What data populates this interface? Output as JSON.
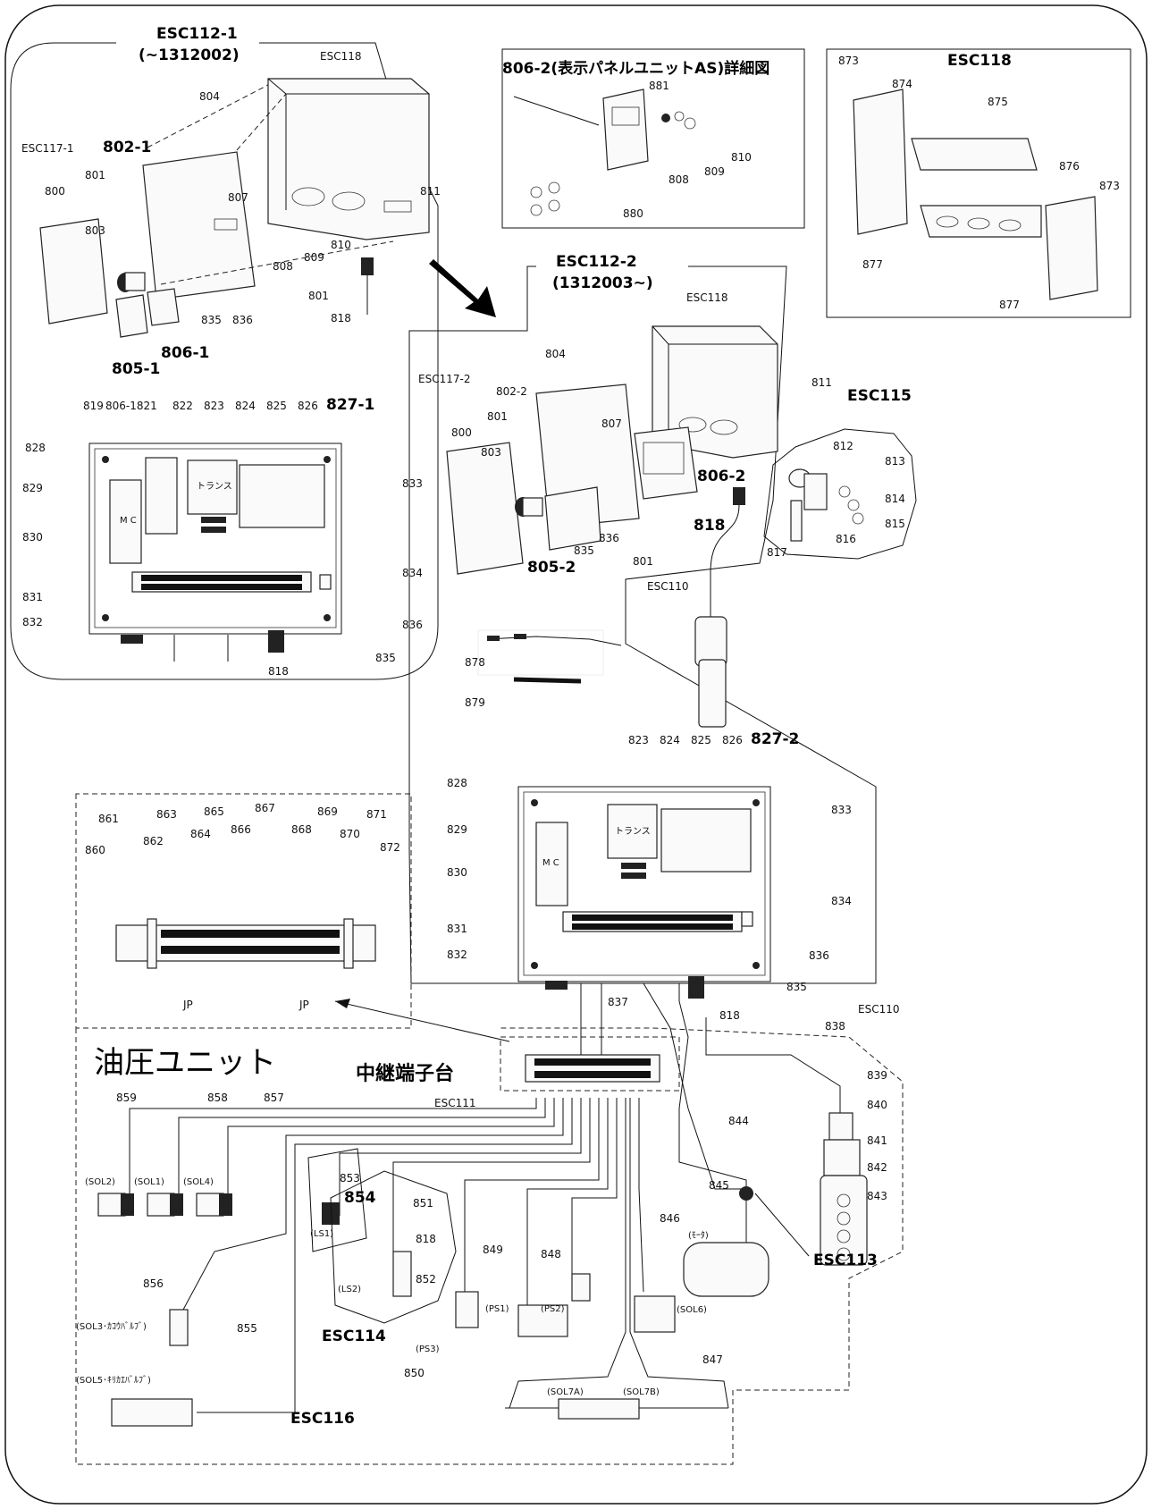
{
  "sections": {
    "esc112_1": {
      "title": "ESC112-1",
      "range": "(~1312002)"
    },
    "esc112_2": {
      "title": "ESC112-2",
      "range": "(1312003~)"
    },
    "detail806": {
      "title": "806-2(表示パネルユニットAS)詳細図"
    },
    "esc118_box": {
      "title": "ESC118"
    },
    "hydraulic": {
      "title": "油圧ユニット"
    },
    "relay": {
      "title": "中継端子台",
      "code": "ESC111"
    }
  },
  "callouts": {
    "esc118_a": "ESC118",
    "esc117_1": "ESC117-1",
    "p802_1": "802-1",
    "p804_a": "804",
    "p801_a": "801",
    "p800_a": "800",
    "p803_a": "803",
    "p807_a": "807",
    "p811_a": "811",
    "p810_a": "810",
    "p809_a": "809",
    "p808_a": "808",
    "p801_b": "801",
    "p818_a": "818",
    "p835_a": "835",
    "p836_a": "836",
    "p806_1": "806-1",
    "p805_1": "805-1",
    "p819": "819",
    "p806_1821": "806-1821",
    "p822": "822",
    "p823_a": "823",
    "p824_a": "824",
    "p825_a": "825",
    "p826_a": "826",
    "p827_1": "827-1",
    "p828_a": "828",
    "p829_a": "829",
    "p833_a": "833",
    "p830_a": "830",
    "p834_a": "834",
    "p831_a": "831",
    "p832_a": "832",
    "p836_b": "836",
    "p835_b": "835",
    "p818_b": "818",
    "p881": "881",
    "p810_b": "810",
    "p809_b": "809",
    "p808_b": "808",
    "p880": "880",
    "p873_a": "873",
    "p874": "874",
    "p875": "875",
    "p876": "876",
    "p873_b": "873",
    "p877_a": "877",
    "p877_b": "877",
    "p804_b": "804",
    "esc118_b": "ESC118",
    "esc117_2": "ESC117-2",
    "p802_2": "802-2",
    "p811_b": "811",
    "esc115": "ESC115",
    "p801_c": "801",
    "p800_b": "800",
    "p807_b": "807",
    "p803_b": "803",
    "p806_2": "806-2",
    "p812": "812",
    "p813": "813",
    "p814": "814",
    "p815": "815",
    "p816": "816",
    "p817": "817",
    "p818_c": "818",
    "p836_c": "836",
    "p835_c": "835",
    "p801_d": "801",
    "p805_2": "805-2",
    "esc110_a": "ESC110",
    "p878": "878",
    "p879": "879",
    "p823_b": "823",
    "p824_b": "824",
    "p825_b": "825",
    "p826_b": "826",
    "p827_2": "827-2",
    "p828_b": "828",
    "p833_b": "833",
    "p829_b": "829",
    "p830_b": "830",
    "p834_b": "834",
    "p831_b": "831",
    "p832_b": "832",
    "p836_d": "836",
    "p835_d": "835",
    "p818_d": "818",
    "p837": "837",
    "esc110_b": "ESC110",
    "p838": "838",
    "p839": "839",
    "p840": "840",
    "p841": "841",
    "p842": "842",
    "p843": "843",
    "p861": "861",
    "p863": "863",
    "p865": "865",
    "p867": "867",
    "p869": "869",
    "p871": "871",
    "p862": "862",
    "p864": "864",
    "p866": "866",
    "p868": "868",
    "p870": "870",
    "p872": "872",
    "p860": "860",
    "jp_a": "JP",
    "jp_b": "JP",
    "p859": "859",
    "p858": "858",
    "p857": "857",
    "sol2": "(SOL2)",
    "sol1": "(SOL1)",
    "sol4": "(SOL4)",
    "p853": "853",
    "p854": "854",
    "ls1": "(LS1)",
    "p851": "851",
    "p818_e": "818",
    "p852": "852",
    "ls2": "(LS2)",
    "esc114": "ESC114",
    "p856": "856",
    "sol3": "(SOL3･ｶｺｳﾊﾞﾙﾌﾞ)",
    "p855": "855",
    "sol5": "(SOL5･ｷﾘｶｴﾊﾞﾙﾌﾞ)",
    "esc116": "ESC116",
    "p844": "844",
    "p845": "845",
    "p846": "846",
    "esc113": "ESC113",
    "motor": "(ﾓｰﾀ)",
    "p849": "849",
    "p848": "848",
    "ps1": "(PS1)",
    "ps2": "(PS2)",
    "sol6": "(SOL6)",
    "ps3": "(PS3)",
    "p850": "850",
    "p847": "847",
    "sol7a": "(SOL7A)",
    "sol7b": "(SOL7B)",
    "mc_a": "M C",
    "mc_b": "M C",
    "trans_a": "トランス",
    "trans_b": "トランス"
  }
}
